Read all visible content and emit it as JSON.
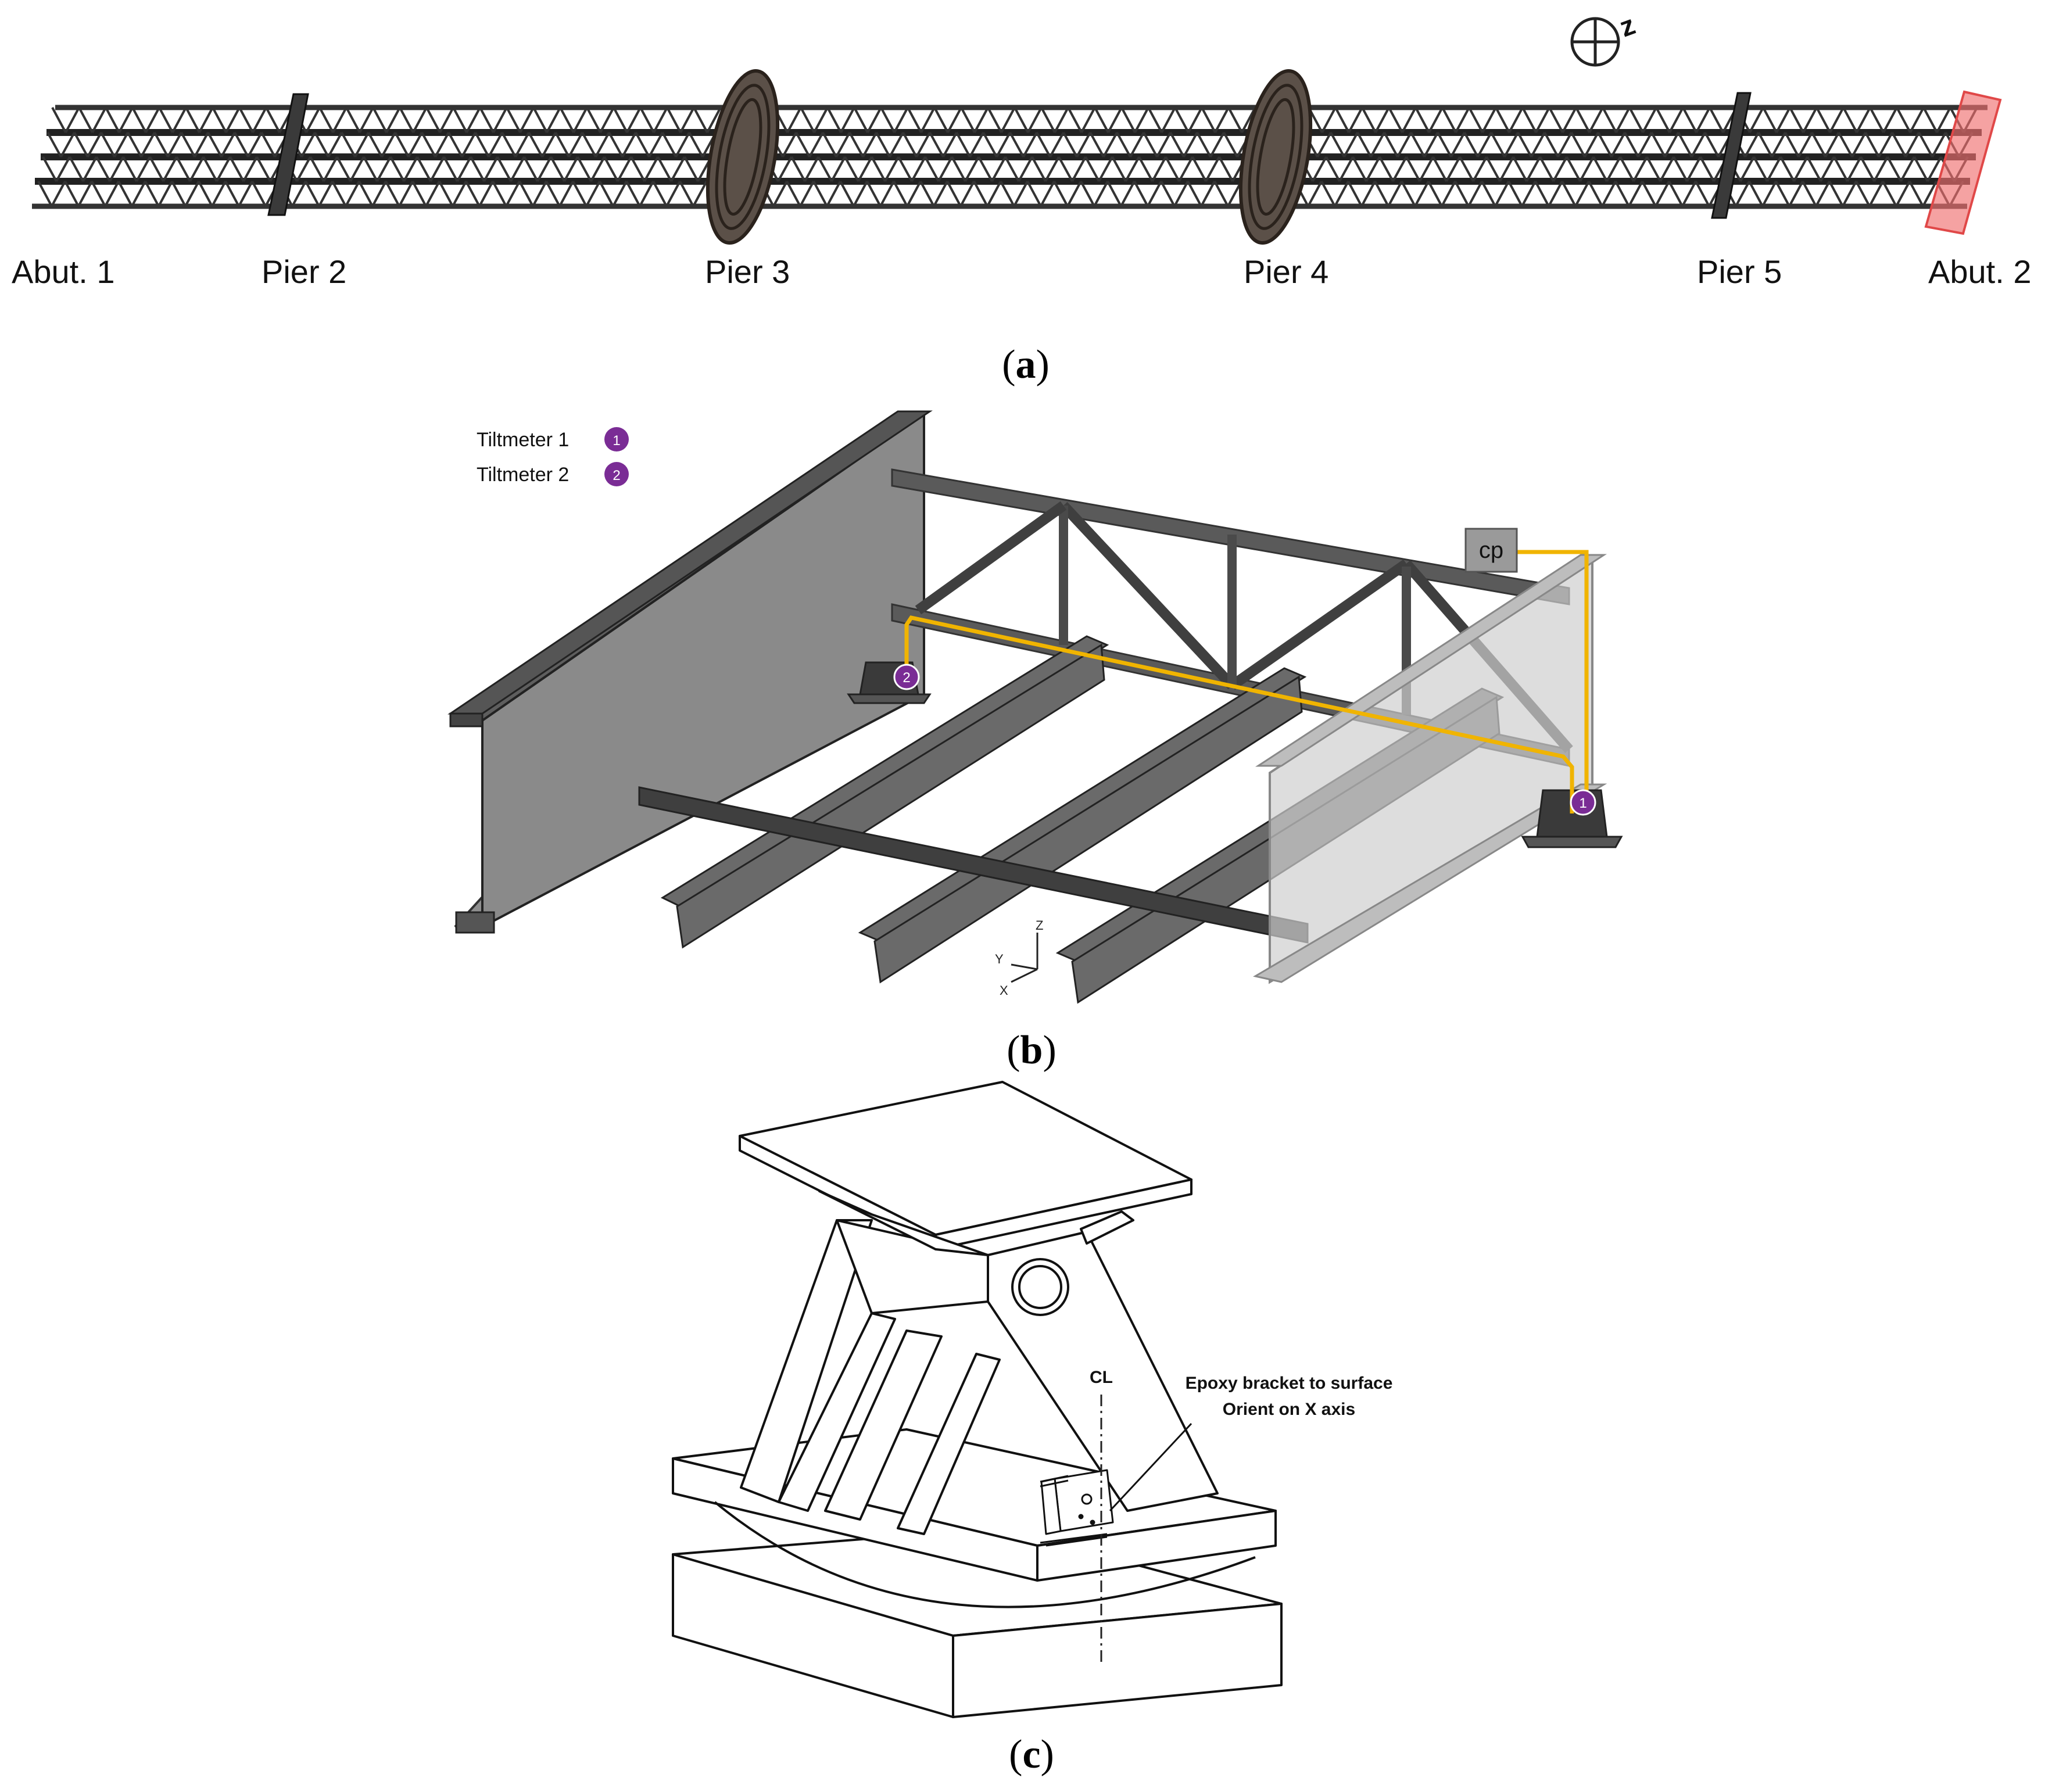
{
  "panel_a": {
    "labels": [
      "Abut. 1",
      "Pier 2",
      "Pier 3",
      "Pier 4",
      "Pier 5",
      "Abut. 2"
    ],
    "north_label": "z",
    "caption_letter": "a"
  },
  "panel_b": {
    "legend": [
      {
        "label": "Tiltmeter 1",
        "marker": "1"
      },
      {
        "label": "Tiltmeter 2",
        "marker": "2"
      }
    ],
    "box_label": "cp",
    "axes": {
      "z": "Z",
      "y": "Y",
      "x": "X"
    },
    "caption_letter": "b",
    "colors": {
      "marker": "#7a2c95",
      "cable": "#f0b400",
      "steel": "#4a4a4a"
    }
  },
  "panel_c": {
    "cl_label": "CL",
    "note_line1": "Epoxy bracket to surface",
    "note_line2": "Orient on X axis",
    "caption_letter": "c"
  }
}
